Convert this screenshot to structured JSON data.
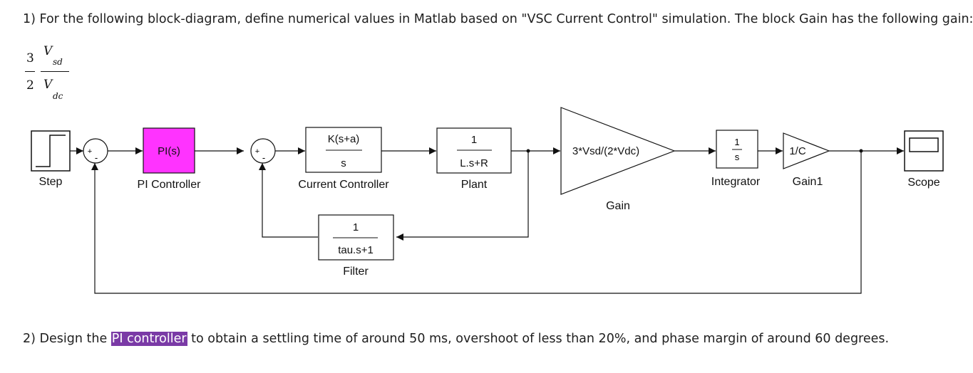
{
  "question1": "1) For the following block-diagram, define numerical values in Matlab based on \"VSC Current Control\" simulation. The block Gain has the following gain:",
  "formula": {
    "num_coef": "3",
    "den_coef": "2",
    "num_var": "V",
    "num_sub": "sd",
    "den_var": "V",
    "den_sub": "dc"
  },
  "question2": {
    "before": "2) Design the ",
    "highlight": "PI controller",
    "after": " to obtain a settling time of around 50 ms, overshoot of less than 20%, and phase margin of around 60 degrees."
  },
  "blocks": {
    "step": {
      "label": "Step"
    },
    "pi": {
      "text": "PI(s)",
      "label": "PI Controller",
      "color": "#ff33ff"
    },
    "current_controller": {
      "num": "K(s+a)",
      "den": "s",
      "label": "Current Controller"
    },
    "plant": {
      "num": "1",
      "den": "L.s+R",
      "label": "Plant"
    },
    "gain": {
      "text": "3*Vsd/(2*Vdc)",
      "label": "Gain"
    },
    "integrator": {
      "num": "1",
      "den": "s",
      "label": "Integrator"
    },
    "gain1": {
      "text": "1/C",
      "label": "Gain1"
    },
    "scope": {
      "label": "Scope"
    },
    "filter": {
      "num": "1",
      "den": "tau.s+1",
      "label": "Filter"
    }
  },
  "sums": {
    "sum1": {
      "plus": "+",
      "minus": "-"
    },
    "sum2": {
      "plus": "+",
      "minus": "-"
    }
  }
}
